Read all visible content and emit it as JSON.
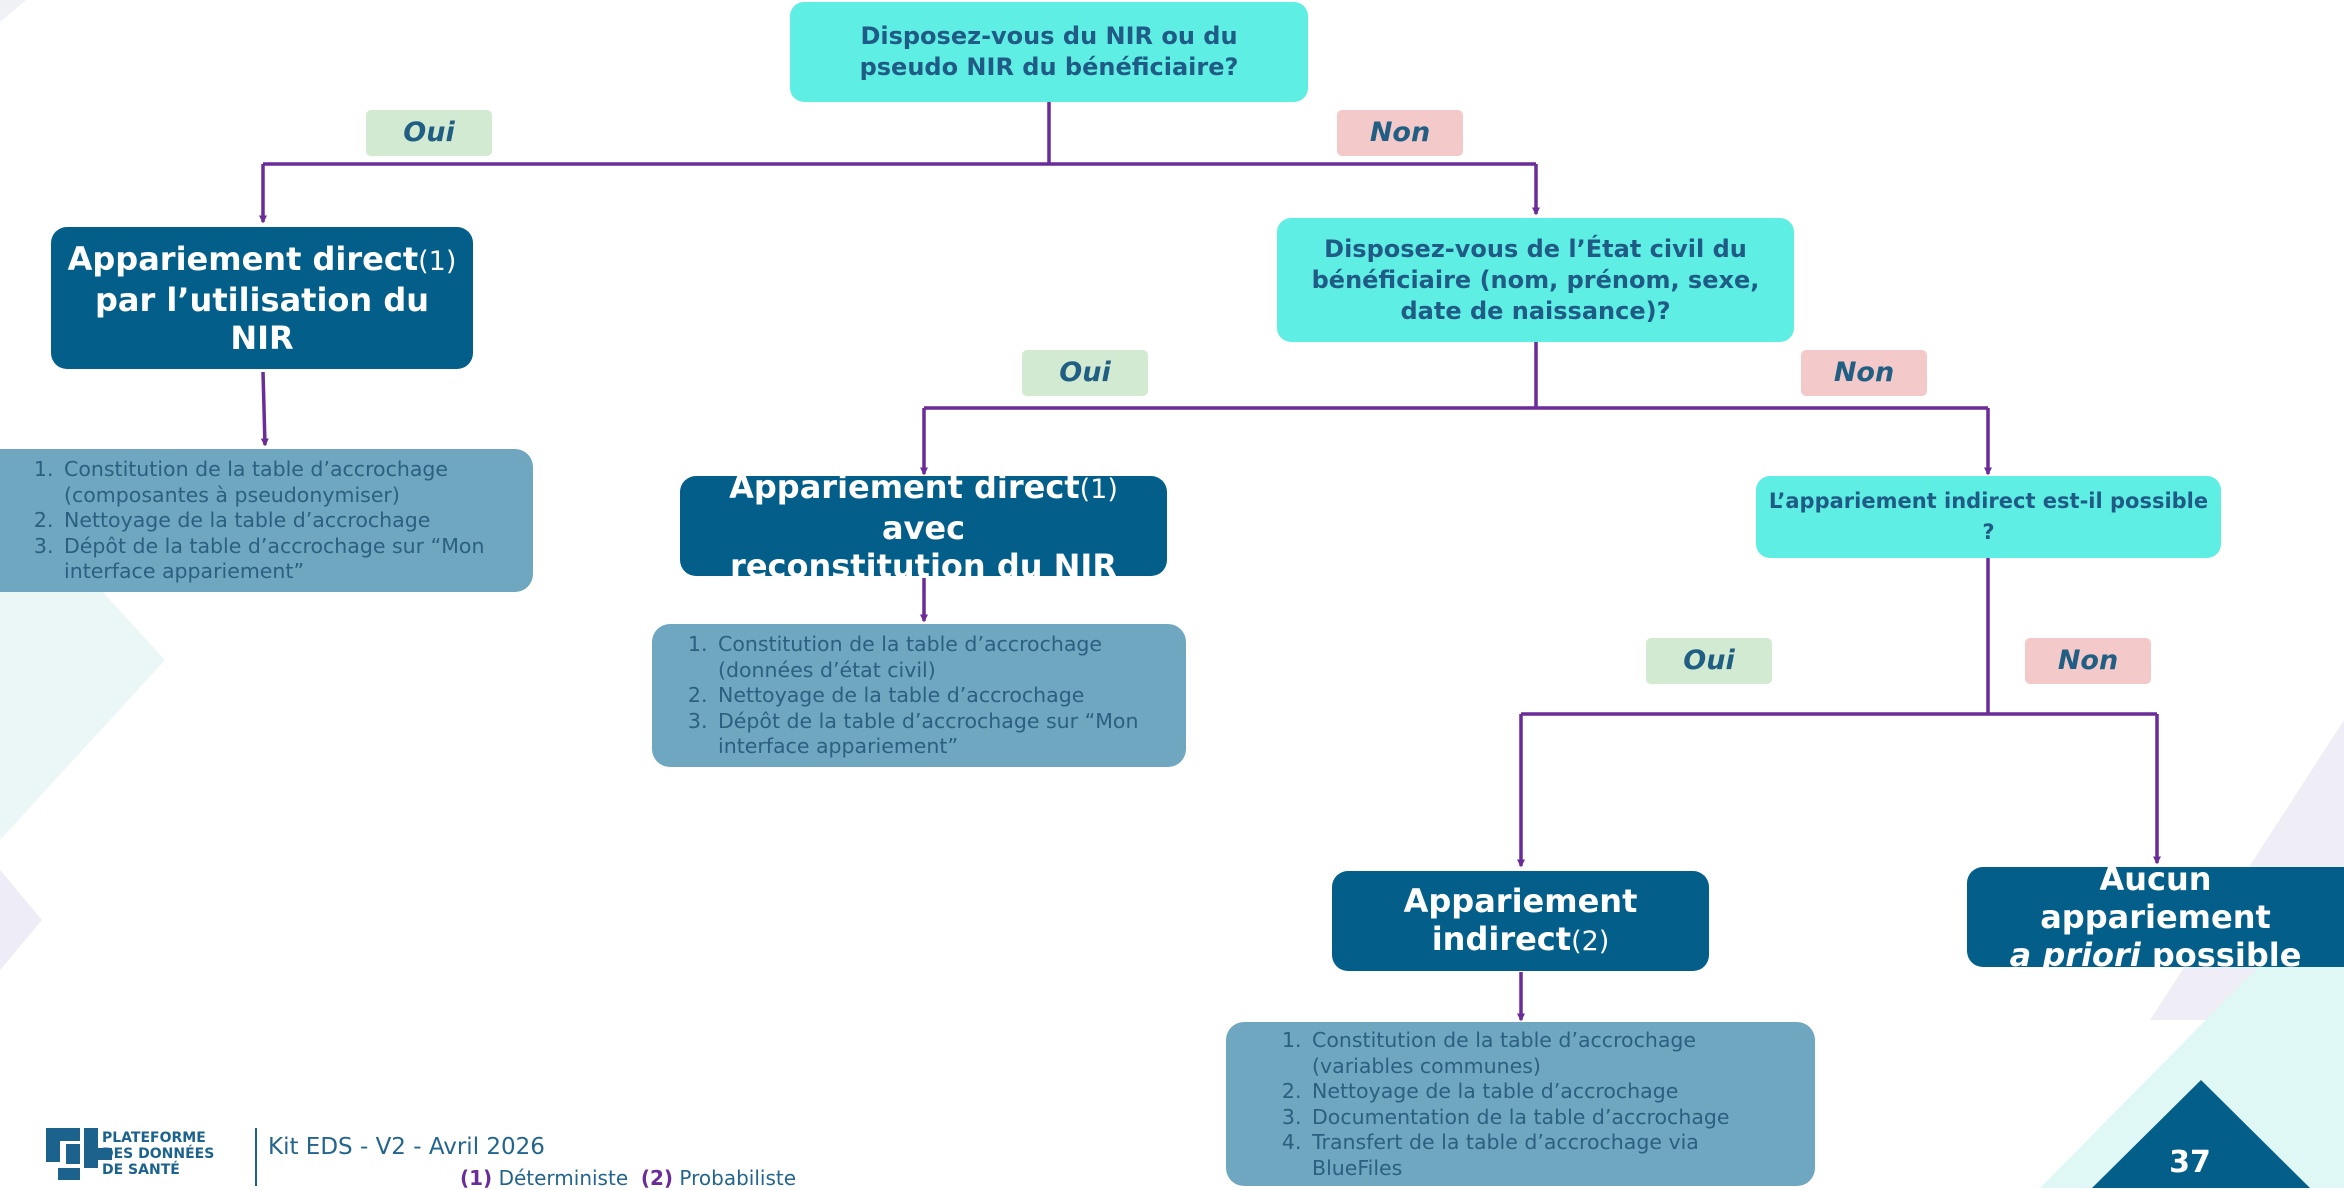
{
  "colors": {
    "question_bg": "#5eeee3",
    "result_bg": "#035f8a",
    "steps_bg": "#6ea7bf",
    "yes_bg": "#d2e9d2",
    "no_bg": "#f3c9ca",
    "connector": "#6a2c99"
  },
  "q1": {
    "text": "Disposez-vous du NIR ou du pseudo NIR du bénéficiaire?"
  },
  "q2": {
    "text": "Disposez-vous de l’État civil du bénéficiaire (nom, prénom, sexe, date de naissance)?"
  },
  "q3": {
    "text": "L’appariement indirect est-il possible ?"
  },
  "labels": {
    "yes": "Oui",
    "no": "Non"
  },
  "results": {
    "r1": {
      "title": "Appariement direct",
      "ref": "(1)",
      "line2": "par l’utilisation du NIR"
    },
    "r2": {
      "title": "Appariement direct",
      "ref": "(1)",
      "title_suffix": " avec",
      "line2": "reconstitution du NIR"
    },
    "r3": {
      "line1": "Appariement",
      "line2": "indirect",
      "ref": "(2)"
    },
    "r4": {
      "line1": "Aucun appariement",
      "line2_italic": "a priori",
      "line2_rest": " possible"
    }
  },
  "steps": {
    "s1": [
      "Constitution de la table d’accrochage (composantes à pseudonymiser)",
      "Nettoyage de la table d’accrochage",
      "Dépôt de la table d’accrochage sur “Mon interface appariement”"
    ],
    "s2": [
      "Constitution de la table d’accrochage (données d’état civil)",
      "Nettoyage de la table d’accrochage",
      "Dépôt de la table d’accrochage sur “Mon interface appariement”"
    ],
    "s3": [
      "Constitution de la table d’accrochage (variables communes)",
      "Nettoyage de la table d’accrochage",
      "Documentation de la table d’accrochage",
      "Transfert de la table d’accrochage via BlueFiles"
    ]
  },
  "footer": {
    "logo_text": [
      "PLATEFORME",
      "DES DONNÉES",
      "DE SANTÉ"
    ],
    "kit": "Kit EDS - V2 - Avril 2026",
    "legend_1_num": "(1)",
    "legend_1_text": "Déterministe",
    "legend_2_num": "(2)",
    "legend_2_text": "Probabiliste",
    "page_number": "37"
  }
}
